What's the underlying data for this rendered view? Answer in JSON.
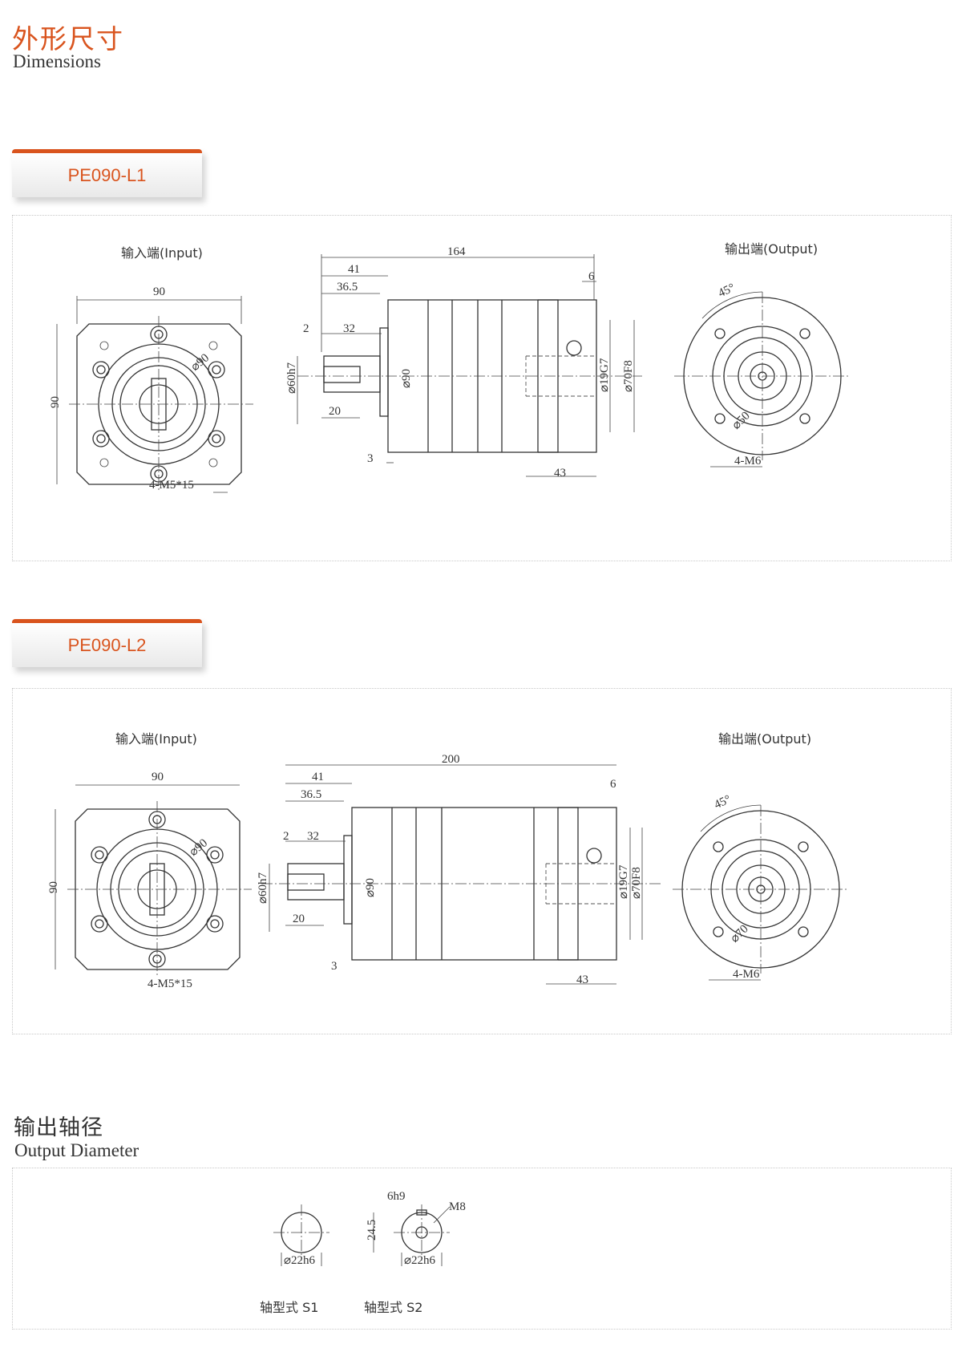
{
  "header": {
    "title_cn": "外形尺寸",
    "title_en": "Dimensions"
  },
  "models": [
    {
      "name": "PE090-L1",
      "input_label": "输入端(Input)",
      "output_label": "输出端(Output)",
      "dims": {
        "flange_w": "90",
        "flange_h": "90",
        "pcd_input": "⌀90",
        "input_holes": "4-M5*15",
        "total_length": "164",
        "d41": "41",
        "d365": "36.5",
        "d2": "2",
        "d32": "32",
        "d20": "20",
        "d3": "3",
        "d6": "6",
        "d43": "43",
        "shaft_dia": "⌀60h7",
        "body_dia": "⌀90",
        "bore": "⌀19G7",
        "spigot": "⌀70F8",
        "angle": "45°",
        "pcd_output": "⌀50",
        "output_holes": "4-M6"
      }
    },
    {
      "name": "PE090-L2",
      "input_label": "输入端(Input)",
      "output_label": "输出端(Output)",
      "dims": {
        "flange_w": "90",
        "flange_h": "90",
        "pcd_input": "⌀90",
        "input_holes": "4-M5*15",
        "total_length": "200",
        "d41": "41",
        "d365": "36.5",
        "d2": "2",
        "d32": "32",
        "d20": "20",
        "d3": "3",
        "d6": "6",
        "d43": "43",
        "shaft_dia": "⌀60h7",
        "body_dia": "⌀90",
        "bore": "⌀19G7",
        "spigot": "⌀70F8",
        "angle": "45°",
        "pcd_output": "⌀70",
        "output_holes": "4-M6"
      }
    }
  ],
  "output_section": {
    "title_cn": "输出轴径",
    "title_en": "Output Diameter",
    "s1": {
      "dia": "⌀22h6",
      "label": "轴型式 S1"
    },
    "s2": {
      "dia": "⌀22h6",
      "label": "轴型式 S2",
      "key": "6h9",
      "thread": "M8",
      "height": "24.5"
    }
  }
}
